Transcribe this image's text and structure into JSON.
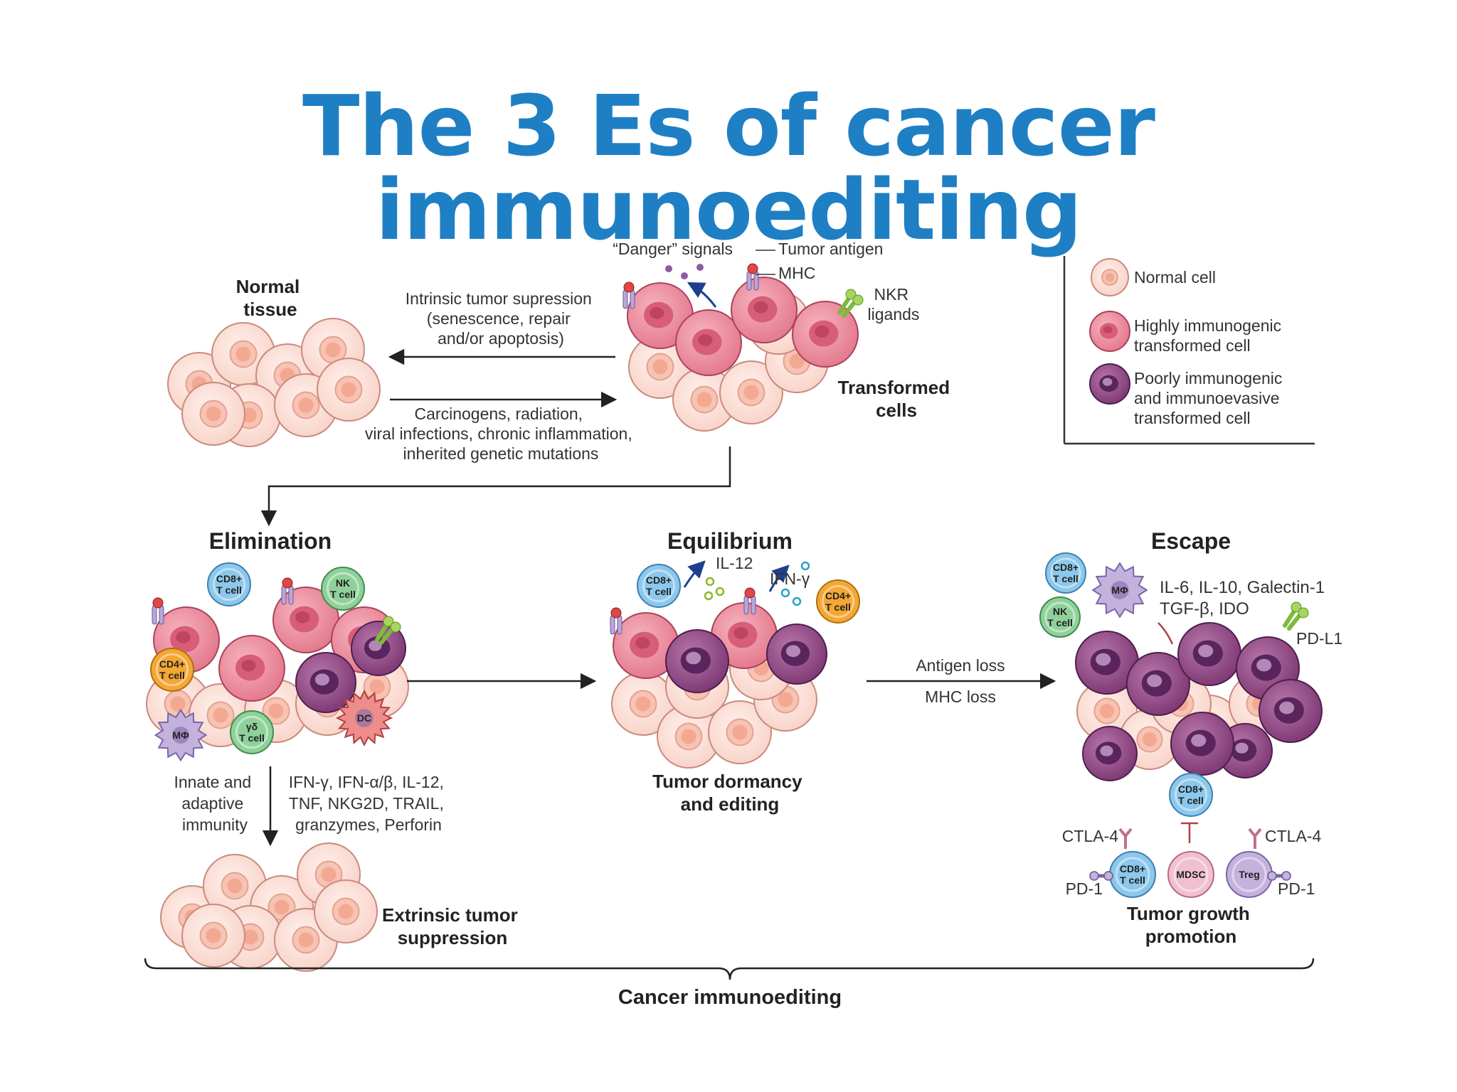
{
  "title": "The 3 Es of cancer immunoediting",
  "top": {
    "normal_tissue": [
      "Normal",
      "tissue"
    ],
    "intrinsic": [
      "Intrinsic tumor supression",
      "(senescence, repair",
      "and/or apoptosis)"
    ],
    "carcinogens": [
      "Carcinogens, radiation,",
      "viral infections, chronic inflammation,",
      "inherited genetic mutations"
    ],
    "danger_signals": "“Danger” signals",
    "tumor_antigen": "Tumor antigen",
    "mhc": "MHC",
    "nkr_ligands": [
      "NKR",
      "ligands"
    ],
    "transformed_cells": [
      "Transformed",
      "cells"
    ]
  },
  "legend": {
    "normal": [
      "Normal cell"
    ],
    "highly": [
      "Highly immunogenic",
      "transformed cell"
    ],
    "poorly": [
      "Poorly immunogenic",
      "and immunoevasive",
      "transformed cell"
    ]
  },
  "elimination": {
    "heading": "Elimination",
    "cells": {
      "cd8": [
        "CD8+",
        "T cell"
      ],
      "nk": [
        "NK",
        "T cell"
      ],
      "cd4": [
        "CD4+",
        "T cell"
      ],
      "mphi": "MΦ",
      "gd": [
        "γδ",
        "T cell"
      ],
      "dc": "DC"
    },
    "innate": [
      "Innate and",
      "adaptive",
      "immunity"
    ],
    "factors": [
      "IFN-γ, IFN-α/β, IL-12,",
      "TNF, NKG2D, TRAIL,",
      "granzymes, Perforin"
    ],
    "extrinsic": [
      "Extrinsic tumor",
      "suppression"
    ]
  },
  "equilibrium": {
    "heading": "Equilibrium",
    "il12": "IL-12",
    "ifng": "IFN-γ",
    "cells": {
      "cd8": [
        "CD8+",
        "T cell"
      ],
      "cd4": [
        "CD4+",
        "T cell"
      ]
    },
    "dormancy": [
      "Tumor dormancy",
      "and editing"
    ]
  },
  "escape": {
    "heading": "Escape",
    "antigen_loss": "Antigen loss",
    "mhc_loss": "MHC loss",
    "cytokines": [
      "IL-6, IL-10, Galectin-1",
      "TGF-β, IDO"
    ],
    "pdl1": "PD-L1",
    "ctla4_left": "CTLA-4",
    "ctla4_right": "CTLA-4",
    "pd1_left": "PD-1",
    "pd1_right": "PD-1",
    "cells": {
      "cd8_a": [
        "CD8+",
        "T cell"
      ],
      "mphi": "MΦ",
      "nk": [
        "NK",
        "T cell"
      ],
      "cd8_b": [
        "CD8+",
        "T cell"
      ],
      "cd8_c": [
        "CD8+",
        "T cell"
      ],
      "mdsc": "MDSC",
      "treg": "Treg"
    },
    "growth": [
      "Tumor growth",
      "promotion"
    ]
  },
  "bottom_label": "Cancer immunoediting",
  "colors": {
    "title": "#1f7fc4",
    "normal_fill": "#fbe3dc",
    "normal_core": "#f4b5a3",
    "pink_fill": "#ee8fa0",
    "pink_core": "#d4566e",
    "purple_fill": "#9a4f8d",
    "purple_core": "#5c2560",
    "cd8": "#8cc8ec",
    "nk": "#8fd19a",
    "cd4": "#f4a733",
    "mphi": "#c4b2dc",
    "dc": "#ef8c8c"
  }
}
